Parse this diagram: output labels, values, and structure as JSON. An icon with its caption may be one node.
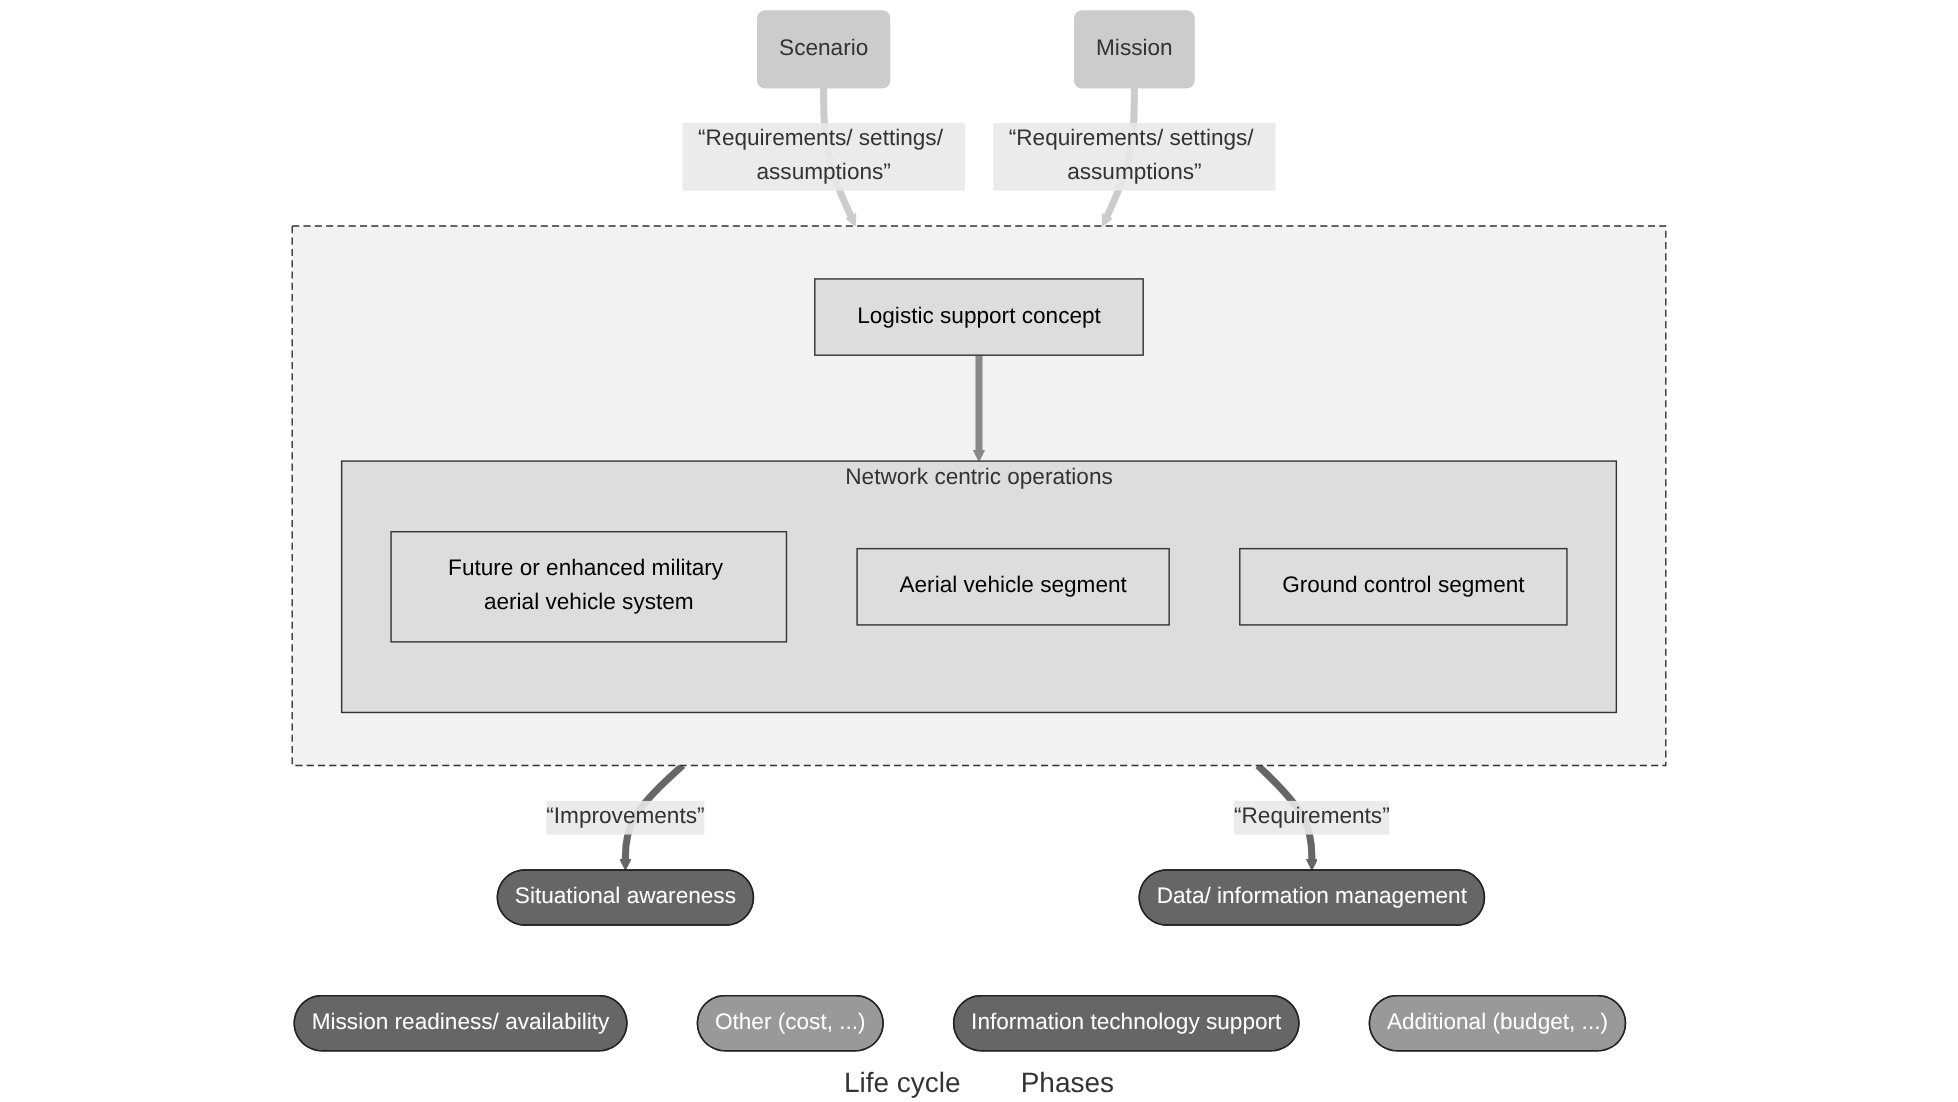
{
  "diagram": {
    "nodes": [
      {
        "text": [
          "Scenario"
        ]
      },
      {
        "text": [
          "Mission"
        ]
      },
      {
        "text": [],
        "shape": "box"
      },
      {
        "text": [
          "Logistic support concept"
        ],
        "in": 2
      },
      {
        "text": [
          "Network centric operations"
        ],
        "in": 2
      },
      {
        "text": [
          "Future or enhanced military aerial vehicle system"
        ],
        "in": 4
      },
      {
        "text": [
          "Aerial vehicle segment"
        ],
        "in": 4
      },
      {
        "text": [
          "Ground control segment"
        ],
        "in": 4
      },
      {
        "text": [
          "Mission readiness/ availability"
        ]
      },
      {
        "text": [
          "Other (cost, ...)"
        ]
      },
      {
        "text": [
          "Situational awareness"
        ]
      },
      {
        "text": [
          "Information technology support"
        ]
      },
      {
        "text": [
          "Data/ information management"
        ]
      },
      {
        "text": [
          "Additional (budget, ...)"
        ]
      }
    ],
    "edges": [
      {
        "from": 0,
        "to": 2,
        "arrow": "to",
        "label": "“Requirements/ settings/ assumptions”",
        "color": "#cccccc"
      },
      {
        "from": 1,
        "to": 2,
        "arrow": "to",
        "label": "“Requirements/ settings/ assumptions”",
        "color": "#cccccc"
      },
      {
        "from": 3,
        "to": 4,
        "arrow": "to",
        "color": "#888888"
      },
      {
        "from": 2,
        "to": 10,
        "arrow": "to",
        "label": "“Improvements”",
        "color": "#666666"
      },
      {
        "from": 2,
        "to": 12,
        "arrow": "to",
        "label": "“Requirements”",
        "color": "#666666"
      }
    ],
    "labels": [
      "Life cycle",
      "Phases"
    ]
  }
}
